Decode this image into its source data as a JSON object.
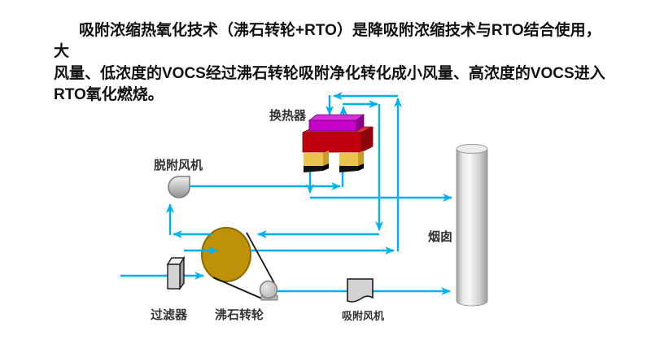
{
  "intro": {
    "line1": "吸附浓缩热氧化技术（沸石转轮+RTO）是降吸附浓缩技术与RTO结合使用，大",
    "line2": "风量、低浓度的VOCS经过沸石转轮吸附净化转化成小风量、高浓度的VOCS进入",
    "line3": "RTO氧化燃烧。"
  },
  "diagram": {
    "labels": {
      "heat_exchanger": "换热器",
      "desorption_fan": "脱附风机",
      "filter": "过滤器",
      "zeolite_wheel": "沸石转轮",
      "adsorption_fan": "吸附风机",
      "chimney": "烟囱"
    },
    "colors": {
      "arrow": "#00b0f0",
      "rto_top_box": "#c800c8",
      "rto_body": "#c00010",
      "rto_legs": "#eac44f",
      "wheel_gold": "#bd9206",
      "fan_gray": "#c9c9c9",
      "chimney_gray": "#d9d9d9",
      "text": "#111111"
    }
  }
}
